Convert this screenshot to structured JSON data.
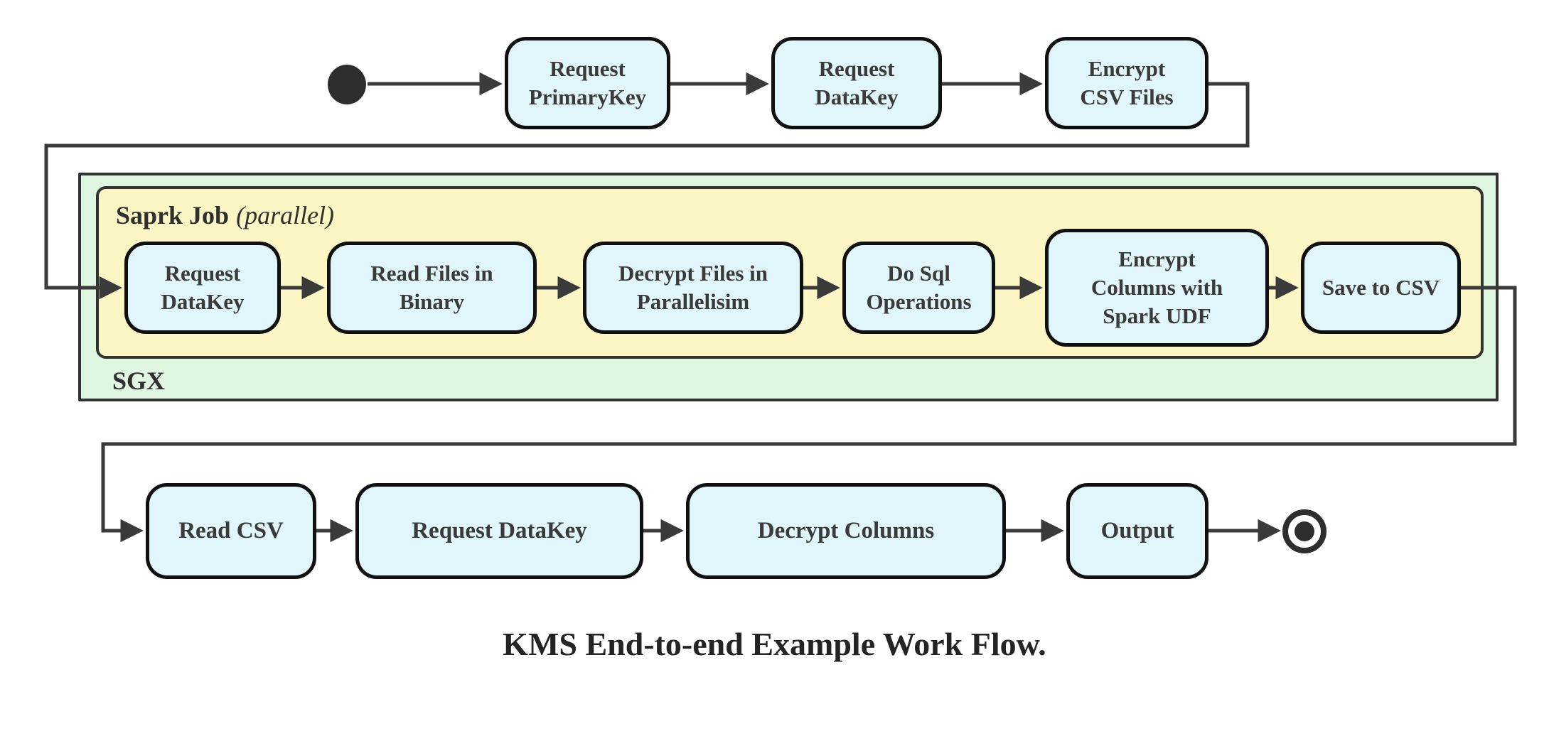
{
  "diagram": {
    "caption": "KMS End-to-end Example Work Flow.",
    "groups": {
      "sgx": {
        "label": "SGX",
        "fill": "#dff6e1"
      },
      "spark_job": {
        "label_bold": "Saprk Job",
        "label_italic": "(parallel)",
        "fill": "#fcf6c4"
      }
    },
    "nodes": {
      "start": {
        "name": "initial-state"
      },
      "top_row": [
        {
          "label": "Request\nPrimaryKey"
        },
        {
          "label": "Request\nDataKey"
        },
        {
          "label": "Encrypt\nCSV Files"
        }
      ],
      "spark_row": [
        {
          "label": "Request\nDataKey"
        },
        {
          "label": "Read Files in\nBinary"
        },
        {
          "label": "Decrypt Files in\nParallelisim"
        },
        {
          "label": "Do Sql\nOperations"
        },
        {
          "label": "Encrypt\nColumns with\nSpark UDF"
        },
        {
          "label": "Save to CSV"
        }
      ],
      "bottom_row": [
        {
          "label": "Read CSV"
        },
        {
          "label": "Request DataKey"
        },
        {
          "label": "Decrypt Columns"
        },
        {
          "label": "Output"
        }
      ],
      "end": {
        "name": "final-state"
      }
    },
    "colors": {
      "node_fill": "#e1f6fb",
      "node_border": "#101010",
      "node_text": "#3a3a3a",
      "edge": "#3a3a3a",
      "sgx_fill": "#dff6e1",
      "spark_fill": "#fcf6c4",
      "container_border": "#333333",
      "state_fill": "#2d2d2d"
    }
  }
}
